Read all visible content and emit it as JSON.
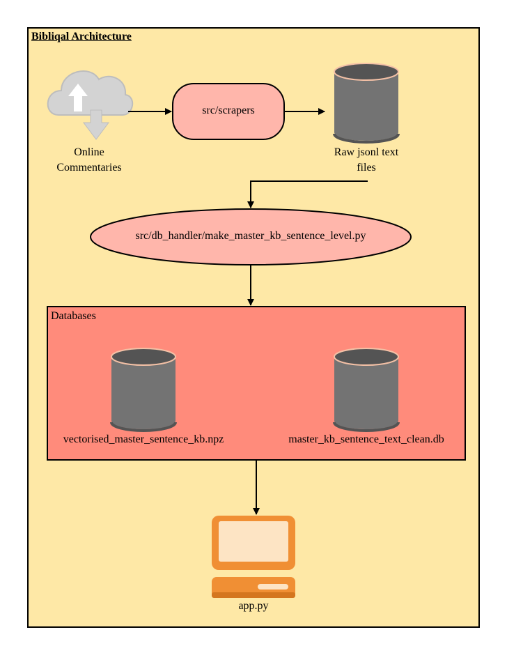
{
  "title": "Bibliqal Architecture",
  "nodes": {
    "online": "Online\nCommentaries",
    "scrapers": "src/scrapers",
    "raw": "Raw jsonl text\nfiles",
    "master": "src/db_handler/make_master_kb_sentence_level.py",
    "databases": "Databases",
    "vectorised": "vectorised_master_sentence_kb.npz",
    "clean": "master_kb_sentence_text_clean.db",
    "app": "app.py"
  },
  "colors": {
    "background": "#fee8a6",
    "process_fill": "#ffb6ab",
    "db_container_fill": "#ff8b7b",
    "cylinder": "#737373",
    "cylinder_top": "#545454",
    "cloud": "#d3d3d3",
    "computer": "#f08f34"
  },
  "edges": [
    {
      "from": "online",
      "to": "scrapers"
    },
    {
      "from": "scrapers",
      "to": "raw"
    },
    {
      "from": "raw",
      "to": "master"
    },
    {
      "from": "master",
      "to": "databases"
    },
    {
      "from": "databases",
      "to": "app"
    }
  ],
  "icons": {
    "online": "cloud-download-icon",
    "raw": "database-cylinder-icon",
    "vectorised": "database-cylinder-icon",
    "clean": "database-cylinder-icon",
    "app": "computer-icon"
  }
}
